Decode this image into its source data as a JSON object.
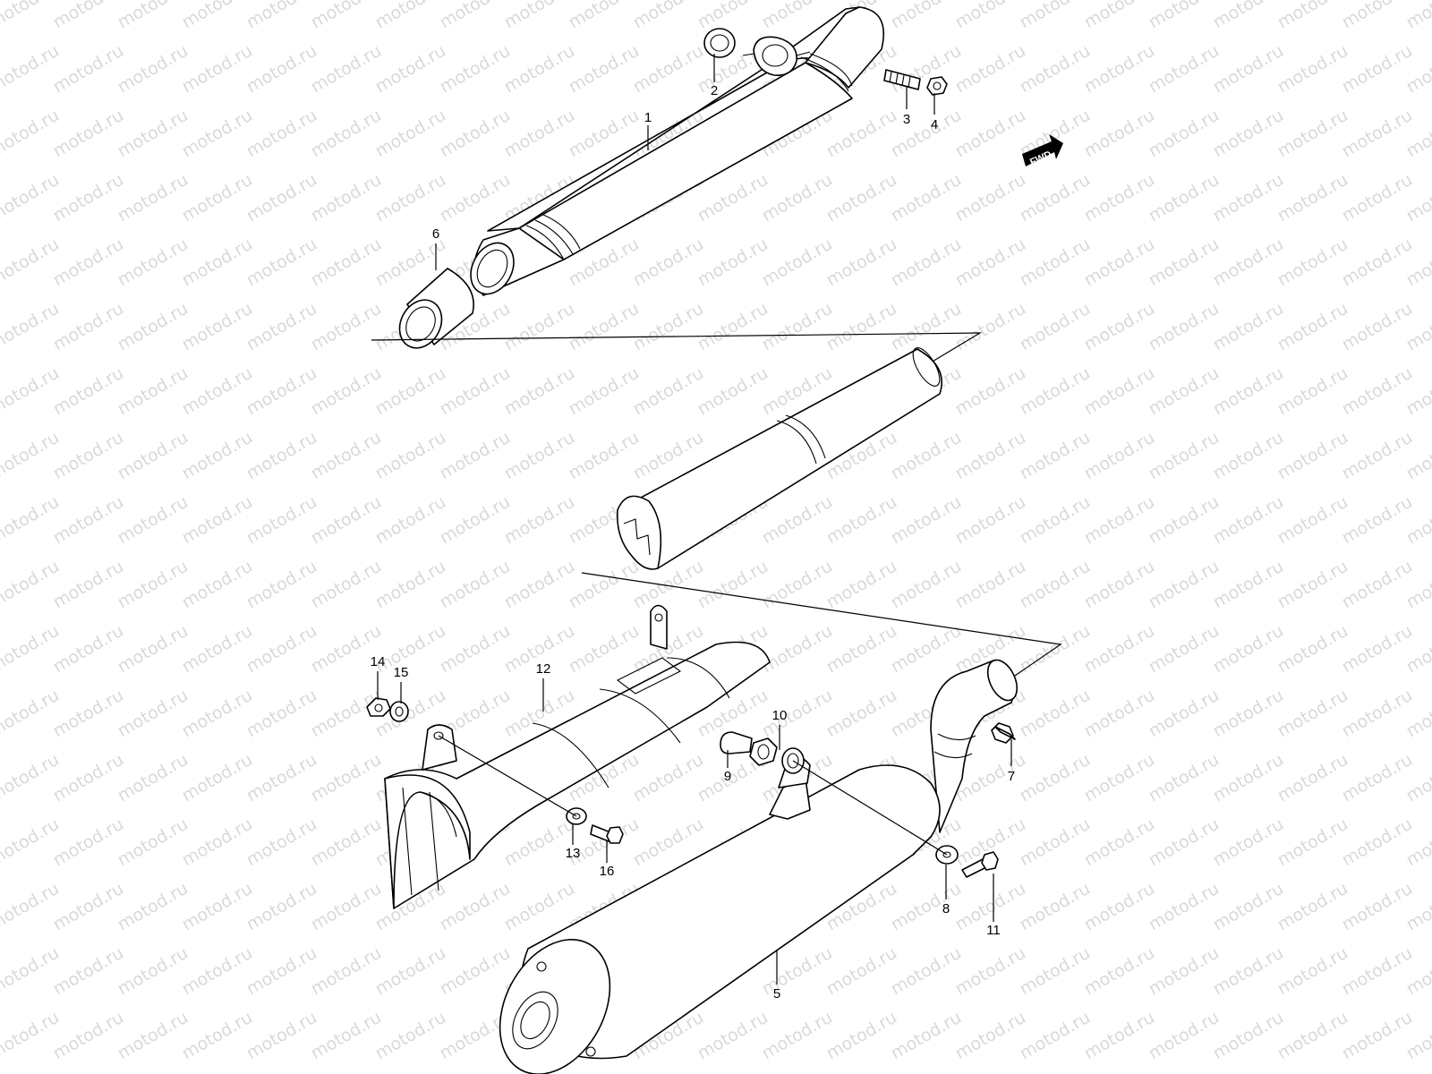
{
  "watermark": {
    "text": "motod.ru",
    "color": "#d9d9d9"
  },
  "fwd_label": "FWD",
  "parts": [
    {
      "id": "part-1",
      "label": "1"
    },
    {
      "id": "part-2",
      "label": "2"
    },
    {
      "id": "part-3",
      "label": "3"
    },
    {
      "id": "part-4",
      "label": "4"
    },
    {
      "id": "part-5",
      "label": "5"
    },
    {
      "id": "part-6",
      "label": "6"
    },
    {
      "id": "part-7",
      "label": "7"
    },
    {
      "id": "part-8",
      "label": "8"
    },
    {
      "id": "part-9",
      "label": "9"
    },
    {
      "id": "part-10",
      "label": "10"
    },
    {
      "id": "part-11",
      "label": "11"
    },
    {
      "id": "part-12",
      "label": "12"
    },
    {
      "id": "part-13",
      "label": "13"
    },
    {
      "id": "part-14",
      "label": "14"
    },
    {
      "id": "part-15",
      "label": "15"
    },
    {
      "id": "part-16",
      "label": "16"
    }
  ]
}
